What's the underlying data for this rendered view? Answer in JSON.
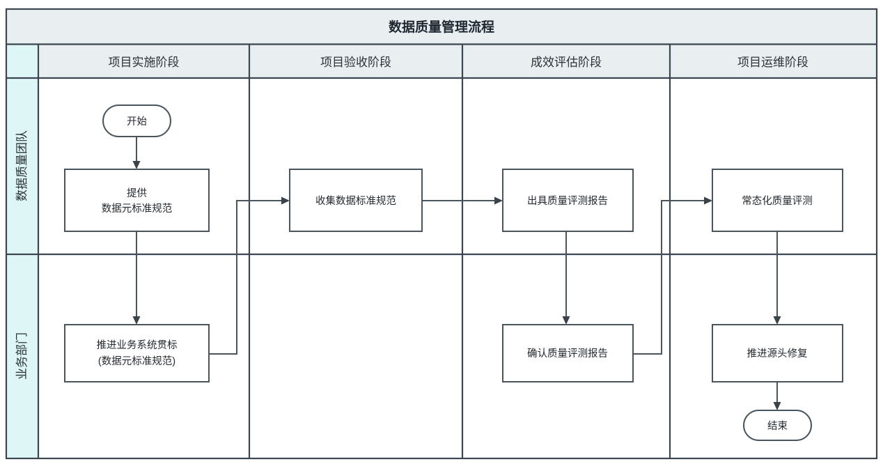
{
  "diagram": {
    "title": "数据质量管理流程",
    "type": "swimlane-flowchart",
    "columns": [
      {
        "id": "impl",
        "label": "项目实施阶段"
      },
      {
        "id": "accept",
        "label": "项目验收阶段"
      },
      {
        "id": "eval",
        "label": "成效评估阶段"
      },
      {
        "id": "ops",
        "label": "项目运维阶段"
      }
    ],
    "lanes": [
      {
        "id": "dq-team",
        "label": "数据质量团队"
      },
      {
        "id": "business",
        "label": "业务部门"
      }
    ],
    "nodes": [
      {
        "id": "start",
        "shape": "terminator",
        "lane": "dq-team",
        "column": "impl",
        "line1": "开始",
        "line2": ""
      },
      {
        "id": "provide-spec",
        "shape": "process",
        "lane": "dq-team",
        "column": "impl",
        "line1": "提供",
        "line2": "数据元标准规范"
      },
      {
        "id": "collect-spec",
        "shape": "process",
        "lane": "dq-team",
        "column": "accept",
        "line1": "收集数据标准规范",
        "line2": ""
      },
      {
        "id": "issue-report",
        "shape": "process",
        "lane": "dq-team",
        "column": "eval",
        "line1": "出具质量评测报告",
        "line2": ""
      },
      {
        "id": "routine-eval",
        "shape": "process",
        "lane": "dq-team",
        "column": "ops",
        "line1": "常态化质量评测",
        "line2": ""
      },
      {
        "id": "promote-std",
        "shape": "process",
        "lane": "business",
        "column": "impl",
        "line1": "推进业务系统贯标",
        "line2": "(数据元标准规范)"
      },
      {
        "id": "confirm-rep",
        "shape": "process",
        "lane": "business",
        "column": "eval",
        "line1": "确认质量评测报告",
        "line2": ""
      },
      {
        "id": "fix-source",
        "shape": "process",
        "lane": "business",
        "column": "ops",
        "line1": "推进源头修复",
        "line2": ""
      },
      {
        "id": "end",
        "shape": "terminator",
        "lane": "business",
        "column": "ops",
        "line1": "结束",
        "line2": ""
      }
    ],
    "edges": [
      {
        "id": "e1",
        "from": "start",
        "to": "provide-spec",
        "style": "straight-down"
      },
      {
        "id": "e2",
        "from": "provide-spec",
        "to": "promote-std",
        "style": "straight-down"
      },
      {
        "id": "e3",
        "from": "promote-std",
        "to": "collect-spec",
        "style": "elbow-right-up-right"
      },
      {
        "id": "e4",
        "from": "collect-spec",
        "to": "issue-report",
        "style": "straight-right"
      },
      {
        "id": "e5",
        "from": "issue-report",
        "to": "confirm-rep",
        "style": "straight-down"
      },
      {
        "id": "e6",
        "from": "confirm-rep",
        "to": "routine-eval",
        "style": "elbow-right-up-right"
      },
      {
        "id": "e7",
        "from": "routine-eval",
        "to": "fix-source",
        "style": "straight-down"
      },
      {
        "id": "e8",
        "from": "fix-source",
        "to": "end",
        "style": "straight-down"
      }
    ],
    "colors": {
      "title_band": "#e9eff1",
      "header_band": "#e9eff1",
      "lane_label_band": "#dff6f7",
      "body": "#ffffff",
      "frame_stroke": "#3b4650",
      "node_stroke": "#4a545c",
      "connector": "#4a545c",
      "text": "#23292f"
    }
  }
}
